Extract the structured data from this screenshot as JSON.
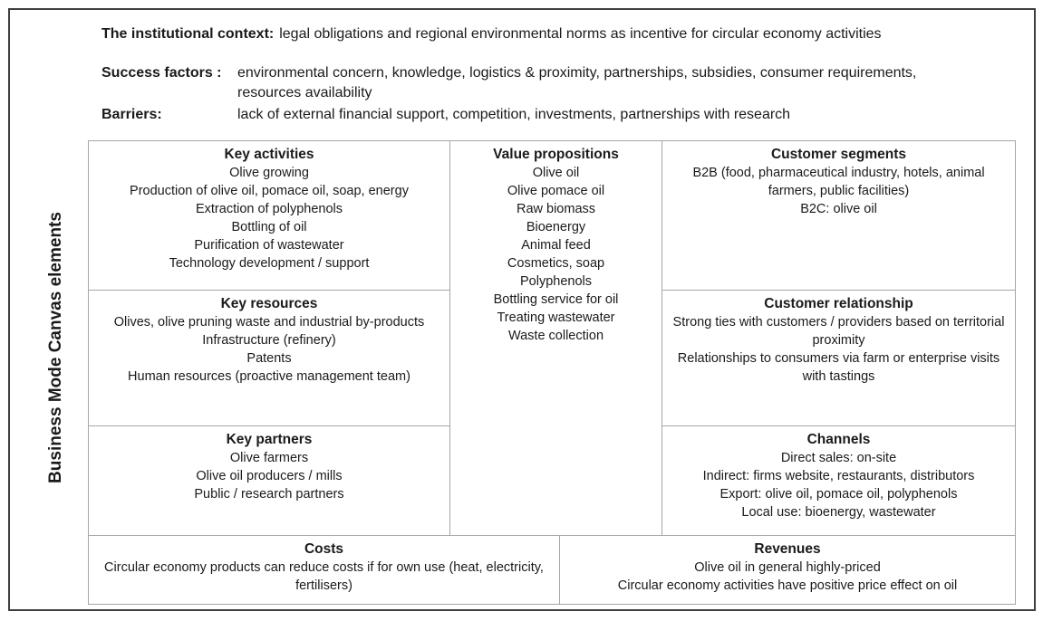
{
  "context": {
    "institutional": {
      "label": "The institutional context:",
      "text": "legal obligations and regional environmental norms as incentive for circular economy activities"
    },
    "success": {
      "label": "Success factors :",
      "lines": [
        "environmental concern, knowledge, logistics & proximity, partnerships, subsidies, consumer requirements,",
        "resources availability"
      ]
    },
    "barriers": {
      "label": "Barriers:",
      "text": "lack of external financial support, competition, investments, partnerships with research"
    }
  },
  "canvas": {
    "axis_label": "Business Mode Canvas elements",
    "cells": {
      "key_activities": {
        "title": "Key activities",
        "items": [
          "Olive growing",
          "Production of olive oil, pomace oil, soap, energy",
          "Extraction of polyphenols",
          "Bottling of oil",
          "Purification of wastewater",
          "Technology development / support"
        ]
      },
      "key_resources": {
        "title": "Key resources",
        "items": [
          "Olives, olive pruning waste and industrial by-products",
          "Infrastructure (refinery)",
          "Patents",
          "Human resources (proactive management team)"
        ]
      },
      "key_partners": {
        "title": "Key partners",
        "items": [
          "Olive farmers",
          "Olive oil producers / mills",
          "Public / research partners"
        ]
      },
      "value_propositions": {
        "title": "Value propositions",
        "items": [
          "Olive oil",
          "Olive pomace oil",
          "Raw biomass",
          "Bioenergy",
          "Animal feed",
          "Cosmetics, soap",
          "Polyphenols",
          "Bottling service for oil",
          "Treating wastewater",
          "Waste collection"
        ]
      },
      "customer_segments": {
        "title": "Customer segments",
        "items": [
          "B2B (food, pharmaceutical industry, hotels, animal farmers, public facilities)",
          "B2C: olive oil"
        ]
      },
      "customer_relationship": {
        "title": "Customer relationship",
        "items": [
          "Strong ties with customers / providers based on territorial proximity",
          "Relationships to consumers via farm or enterprise visits with tastings"
        ]
      },
      "channels": {
        "title": "Channels",
        "items": [
          "Direct sales: on-site",
          "Indirect: firms website, restaurants, distributors",
          "Export: olive oil, pomace oil, polyphenols",
          "Local use: bioenergy, wastewater"
        ]
      },
      "costs": {
        "title": "Costs",
        "items": [
          "Circular economy products can reduce costs if for own use (heat, electricity, fertilisers)"
        ]
      },
      "revenues": {
        "title": "Revenues",
        "items": [
          "Olive oil in general highly-priced",
          "Circular economy activities have positive price effect on oil"
        ]
      }
    }
  },
  "colors": {
    "grid_border": "#a6a6a6",
    "frame_border": "#3f3f3f",
    "text": "#1a1a1a",
    "background": "#ffffff"
  }
}
